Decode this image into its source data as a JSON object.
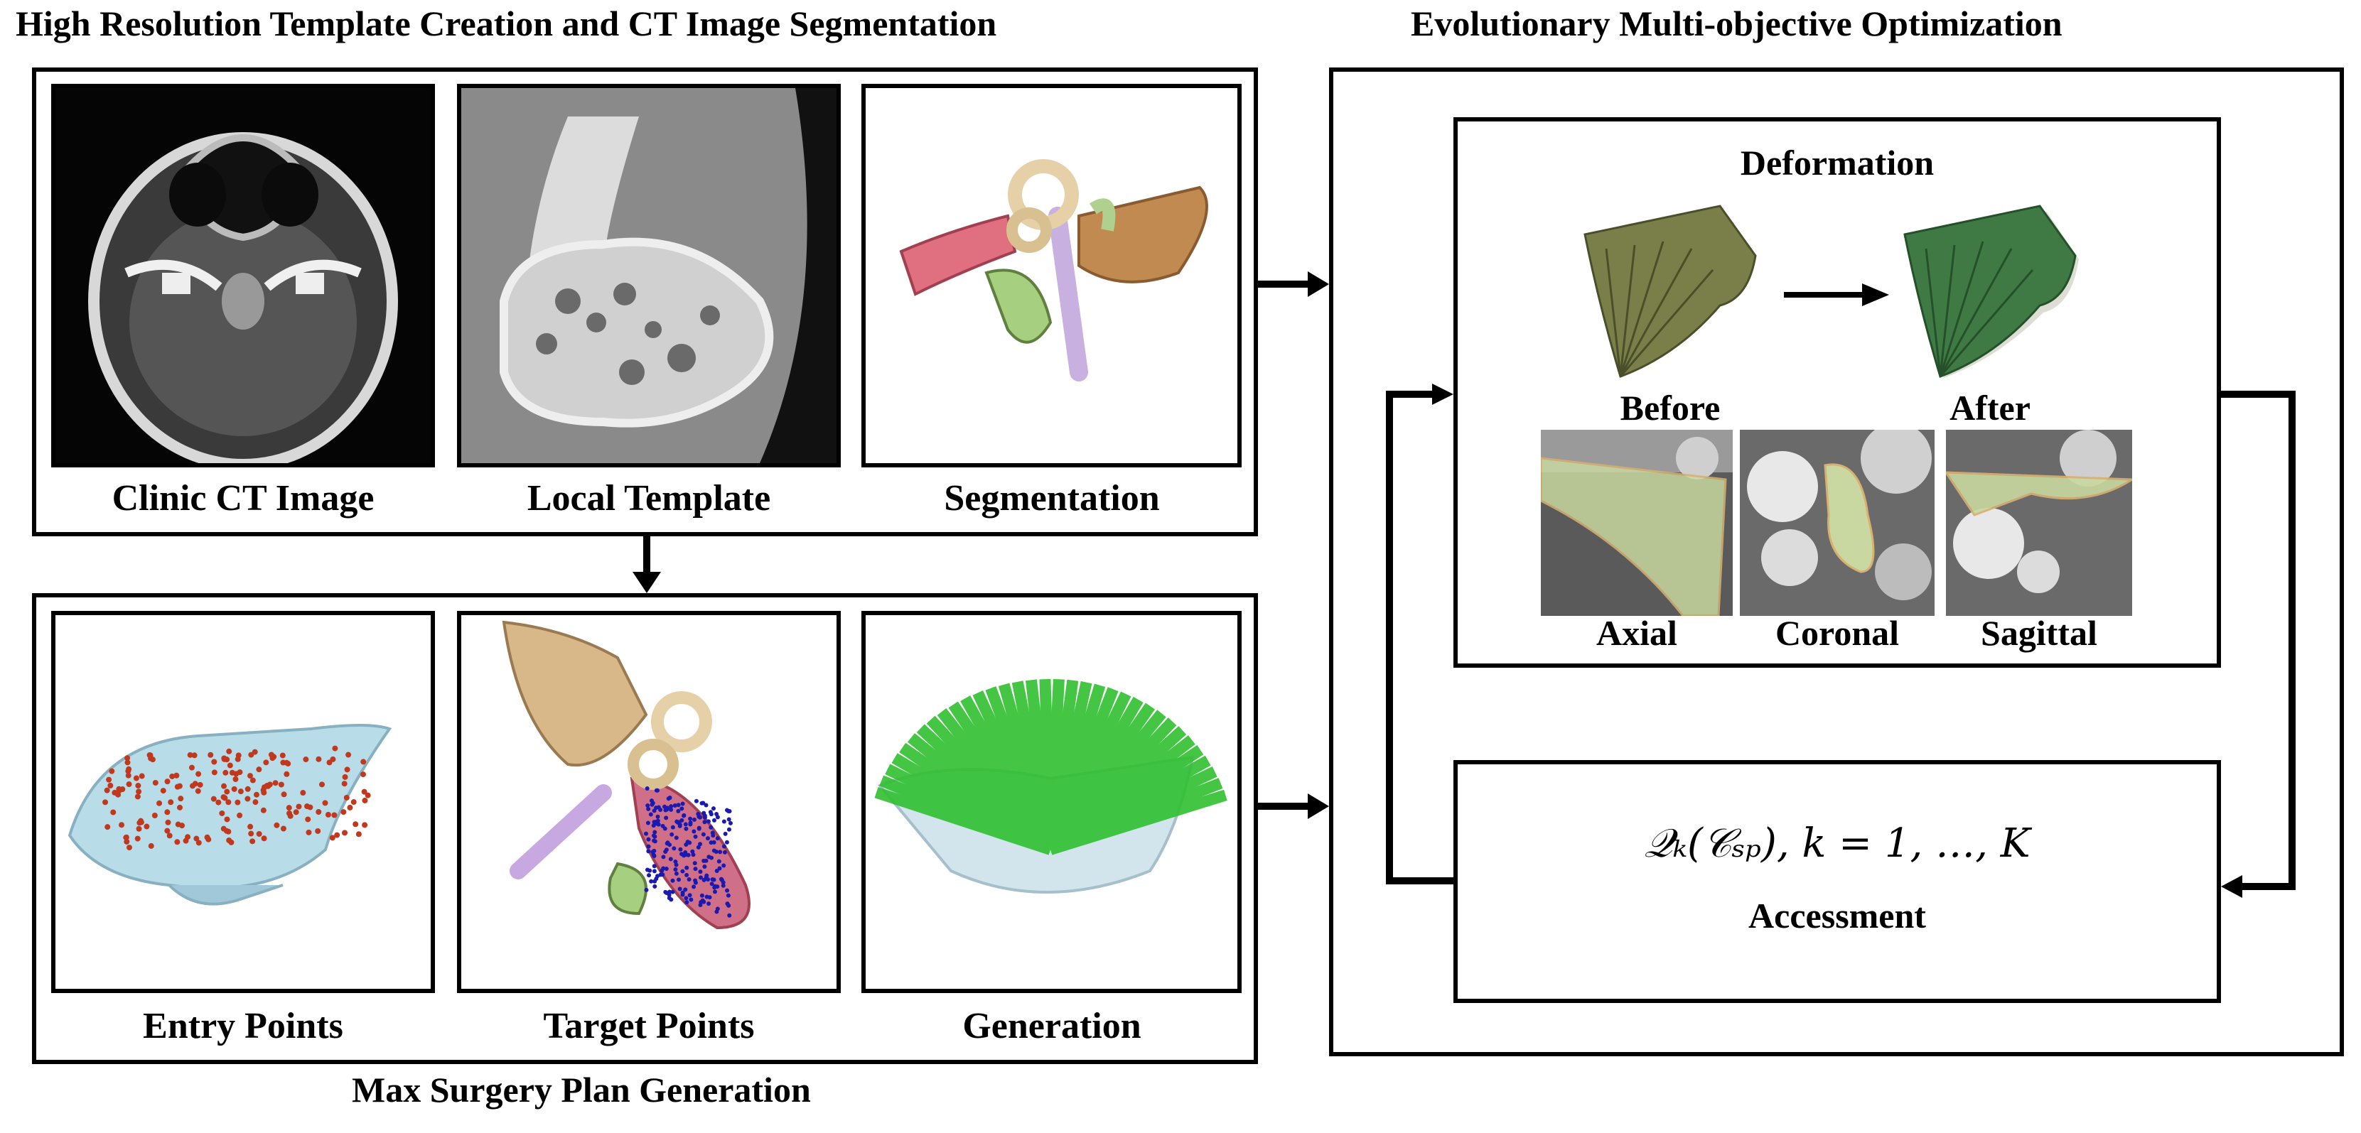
{
  "top_left_section": {
    "title": "High Resolution Template Creation and CT Image Segmentation",
    "panels": [
      {
        "caption": "Clinic CT Image"
      },
      {
        "caption": "Local Template"
      },
      {
        "caption": "Segmentation"
      }
    ]
  },
  "bottom_left_section": {
    "title": "Max Surgery Plan Generation",
    "panels": [
      {
        "caption": "Entry Points"
      },
      {
        "caption": "Target Points"
      },
      {
        "caption": "Generation"
      }
    ]
  },
  "right_section": {
    "title": "Evolutionary Multi-objective Optimization",
    "deformation": {
      "title": "Deformation",
      "before_label": "Before",
      "after_label": "After",
      "views": [
        "Axial",
        "Coronal",
        "Sagittal"
      ]
    },
    "assessment": {
      "formula": "𝒬ₖ(𝒞ₛₚ), k = 1, …, K",
      "label": "Accessment"
    }
  },
  "colors": {
    "line": "#000000",
    "bone_green": "#7a7f4a",
    "after_green": "#3f7a45",
    "overlay_green": "#c8d8a0",
    "entry_red": "#c0391f",
    "target_blue": "#1a1ab0",
    "trajectory_green": "#30c030",
    "skin_blue": "#a8d4e0"
  }
}
